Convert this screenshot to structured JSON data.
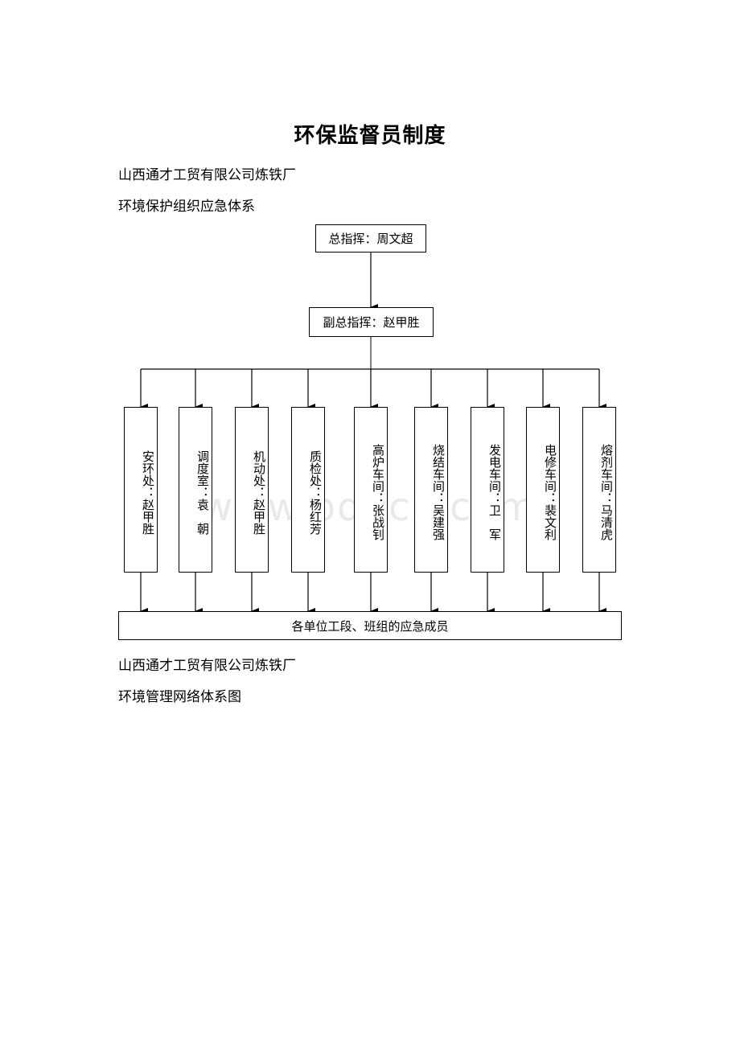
{
  "page": {
    "title": "环保监督员制度",
    "company_1": "山西通才工贸有限公司炼铁厂",
    "subtitle_1": "环境保护组织应急体系",
    "company_2": "山西通才工贸有限公司炼铁厂",
    "subtitle_2": "环境管理网络体系图",
    "watermark": "www.bdocx.com"
  },
  "org_chart": {
    "top": "总指挥：周文超",
    "deputy": "副总指挥：赵甲胜",
    "units": [
      "安环处：赵甲胜",
      "调度室：袁　朝",
      "机动处：赵甲胜",
      "质检处：杨红芳",
      "高炉车间：张战钊",
      "烧结车间：吴建强",
      "发电车间：卫　军",
      "电修车间：裴文利",
      "熔剂车间：马清虎"
    ],
    "bottom": "各单位工段、班组的应急成员"
  }
}
